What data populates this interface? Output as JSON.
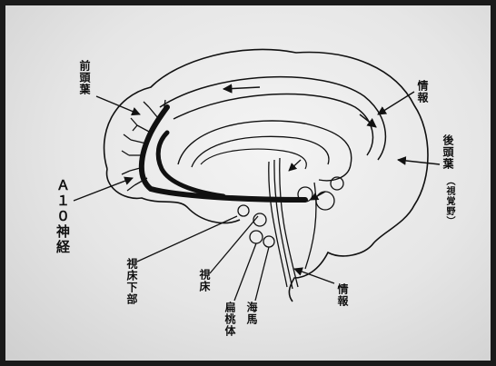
{
  "labels": {
    "prefrontal": "前頭葉",
    "info_top": "情報",
    "occipital": "後頭葉",
    "visual_field": "（視覚野）",
    "a10": "Ａ１０神経",
    "hypothalamus": "視床下部",
    "thalamus": "視床",
    "amygdala": "扁桃体",
    "hippocampus": "海馬",
    "info_bottom": "情報"
  },
  "colors": {
    "ink": "#111111",
    "paper": "#ececec",
    "frame": "#1a1a1a"
  }
}
